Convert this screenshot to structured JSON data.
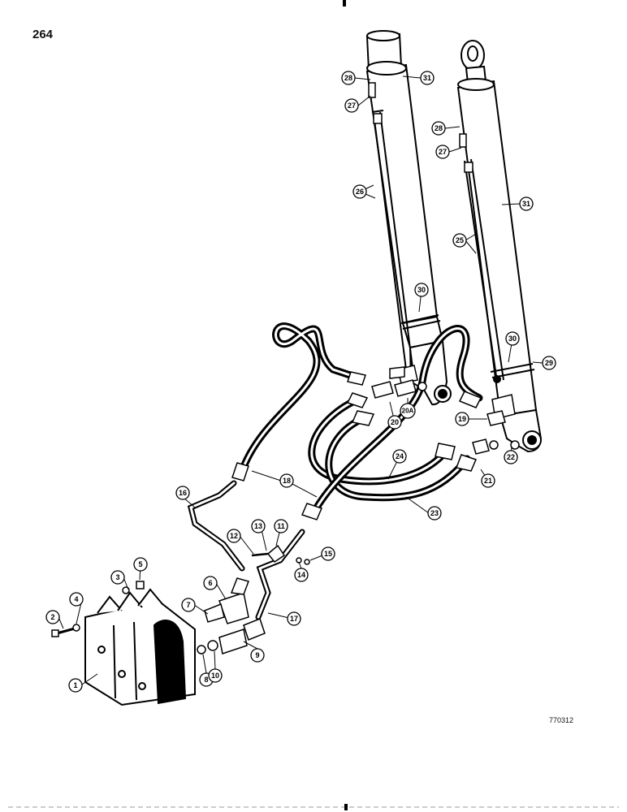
{
  "page_number": "264",
  "drawing_code": "770312",
  "callouts": [
    "1",
    "2",
    "3",
    "4",
    "5",
    "6",
    "7",
    "8",
    "9",
    "10",
    "11",
    "12",
    "13",
    "14",
    "15",
    "16",
    "17",
    "18",
    "19",
    "20",
    "20A",
    "21",
    "22",
    "23",
    "24",
    "25",
    "26",
    "27",
    "27",
    "28",
    "28",
    "29",
    "30",
    "30",
    "31",
    "31"
  ]
}
